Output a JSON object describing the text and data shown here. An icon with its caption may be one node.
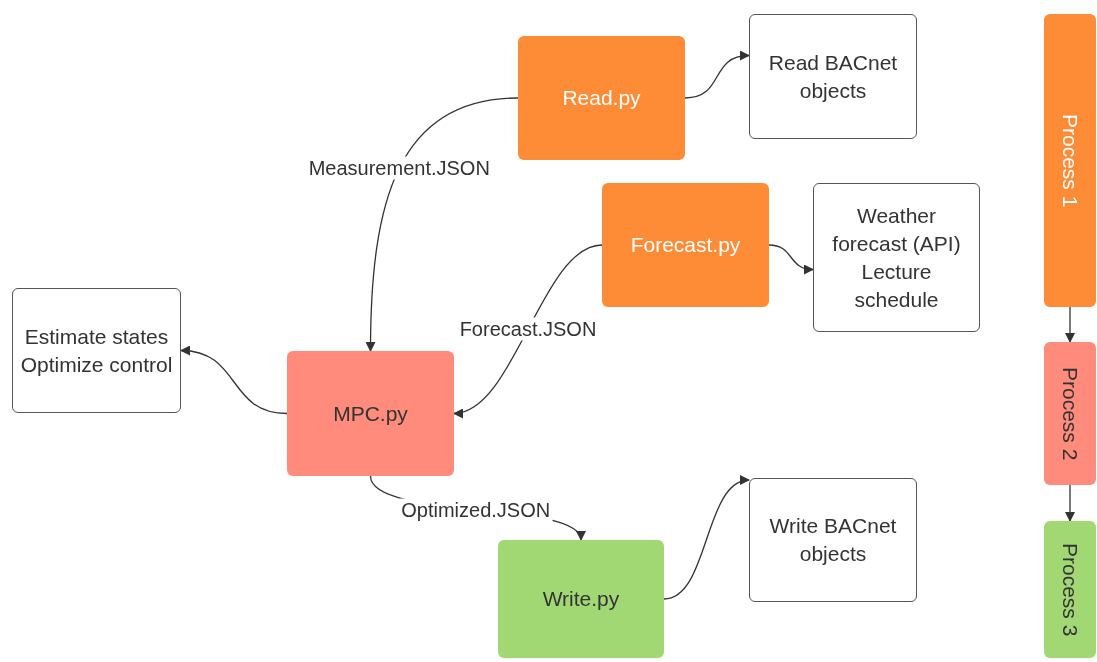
{
  "diagram": {
    "nodes": [
      {
        "text": [
          "Read.py"
        ]
      },
      {
        "text": [
          "Read BACnet objects"
        ]
      },
      {
        "text": [
          "Forecast.py"
        ]
      },
      {
        "text": [
          "Weather forecast (API) Lecture schedule"
        ]
      },
      {
        "text": [
          "Estimate states Optimize control"
        ]
      },
      {
        "text": [
          "MPC.py"
        ]
      },
      {
        "text": [
          "Write.py"
        ]
      },
      {
        "text": [
          "Write BACnet objects"
        ]
      },
      {
        "text": [
          "Process 1"
        ]
      },
      {
        "text": [
          "Process 2"
        ]
      },
      {
        "text": [
          "Process 3"
        ]
      }
    ],
    "edges": [
      {
        "from": 0,
        "to": 1,
        "arrow": "to"
      },
      {
        "from": 0,
        "to": 5,
        "arrow": "to",
        "label": "Measurement.JSON"
      },
      {
        "from": 2,
        "to": 3,
        "arrow": "to"
      },
      {
        "from": 2,
        "to": 5,
        "arrow": "to",
        "label": "Forecast.JSON"
      },
      {
        "from": 5,
        "to": 4,
        "arrow": "to"
      },
      {
        "from": 5,
        "to": 6,
        "arrow": "to",
        "label": "Optimized.JSON"
      },
      {
        "from": 6,
        "to": 7,
        "arrow": "to"
      },
      {
        "from": 8,
        "to": 9,
        "arrow": "to"
      },
      {
        "from": 9,
        "to": 10,
        "arrow": "to"
      }
    ]
  }
}
